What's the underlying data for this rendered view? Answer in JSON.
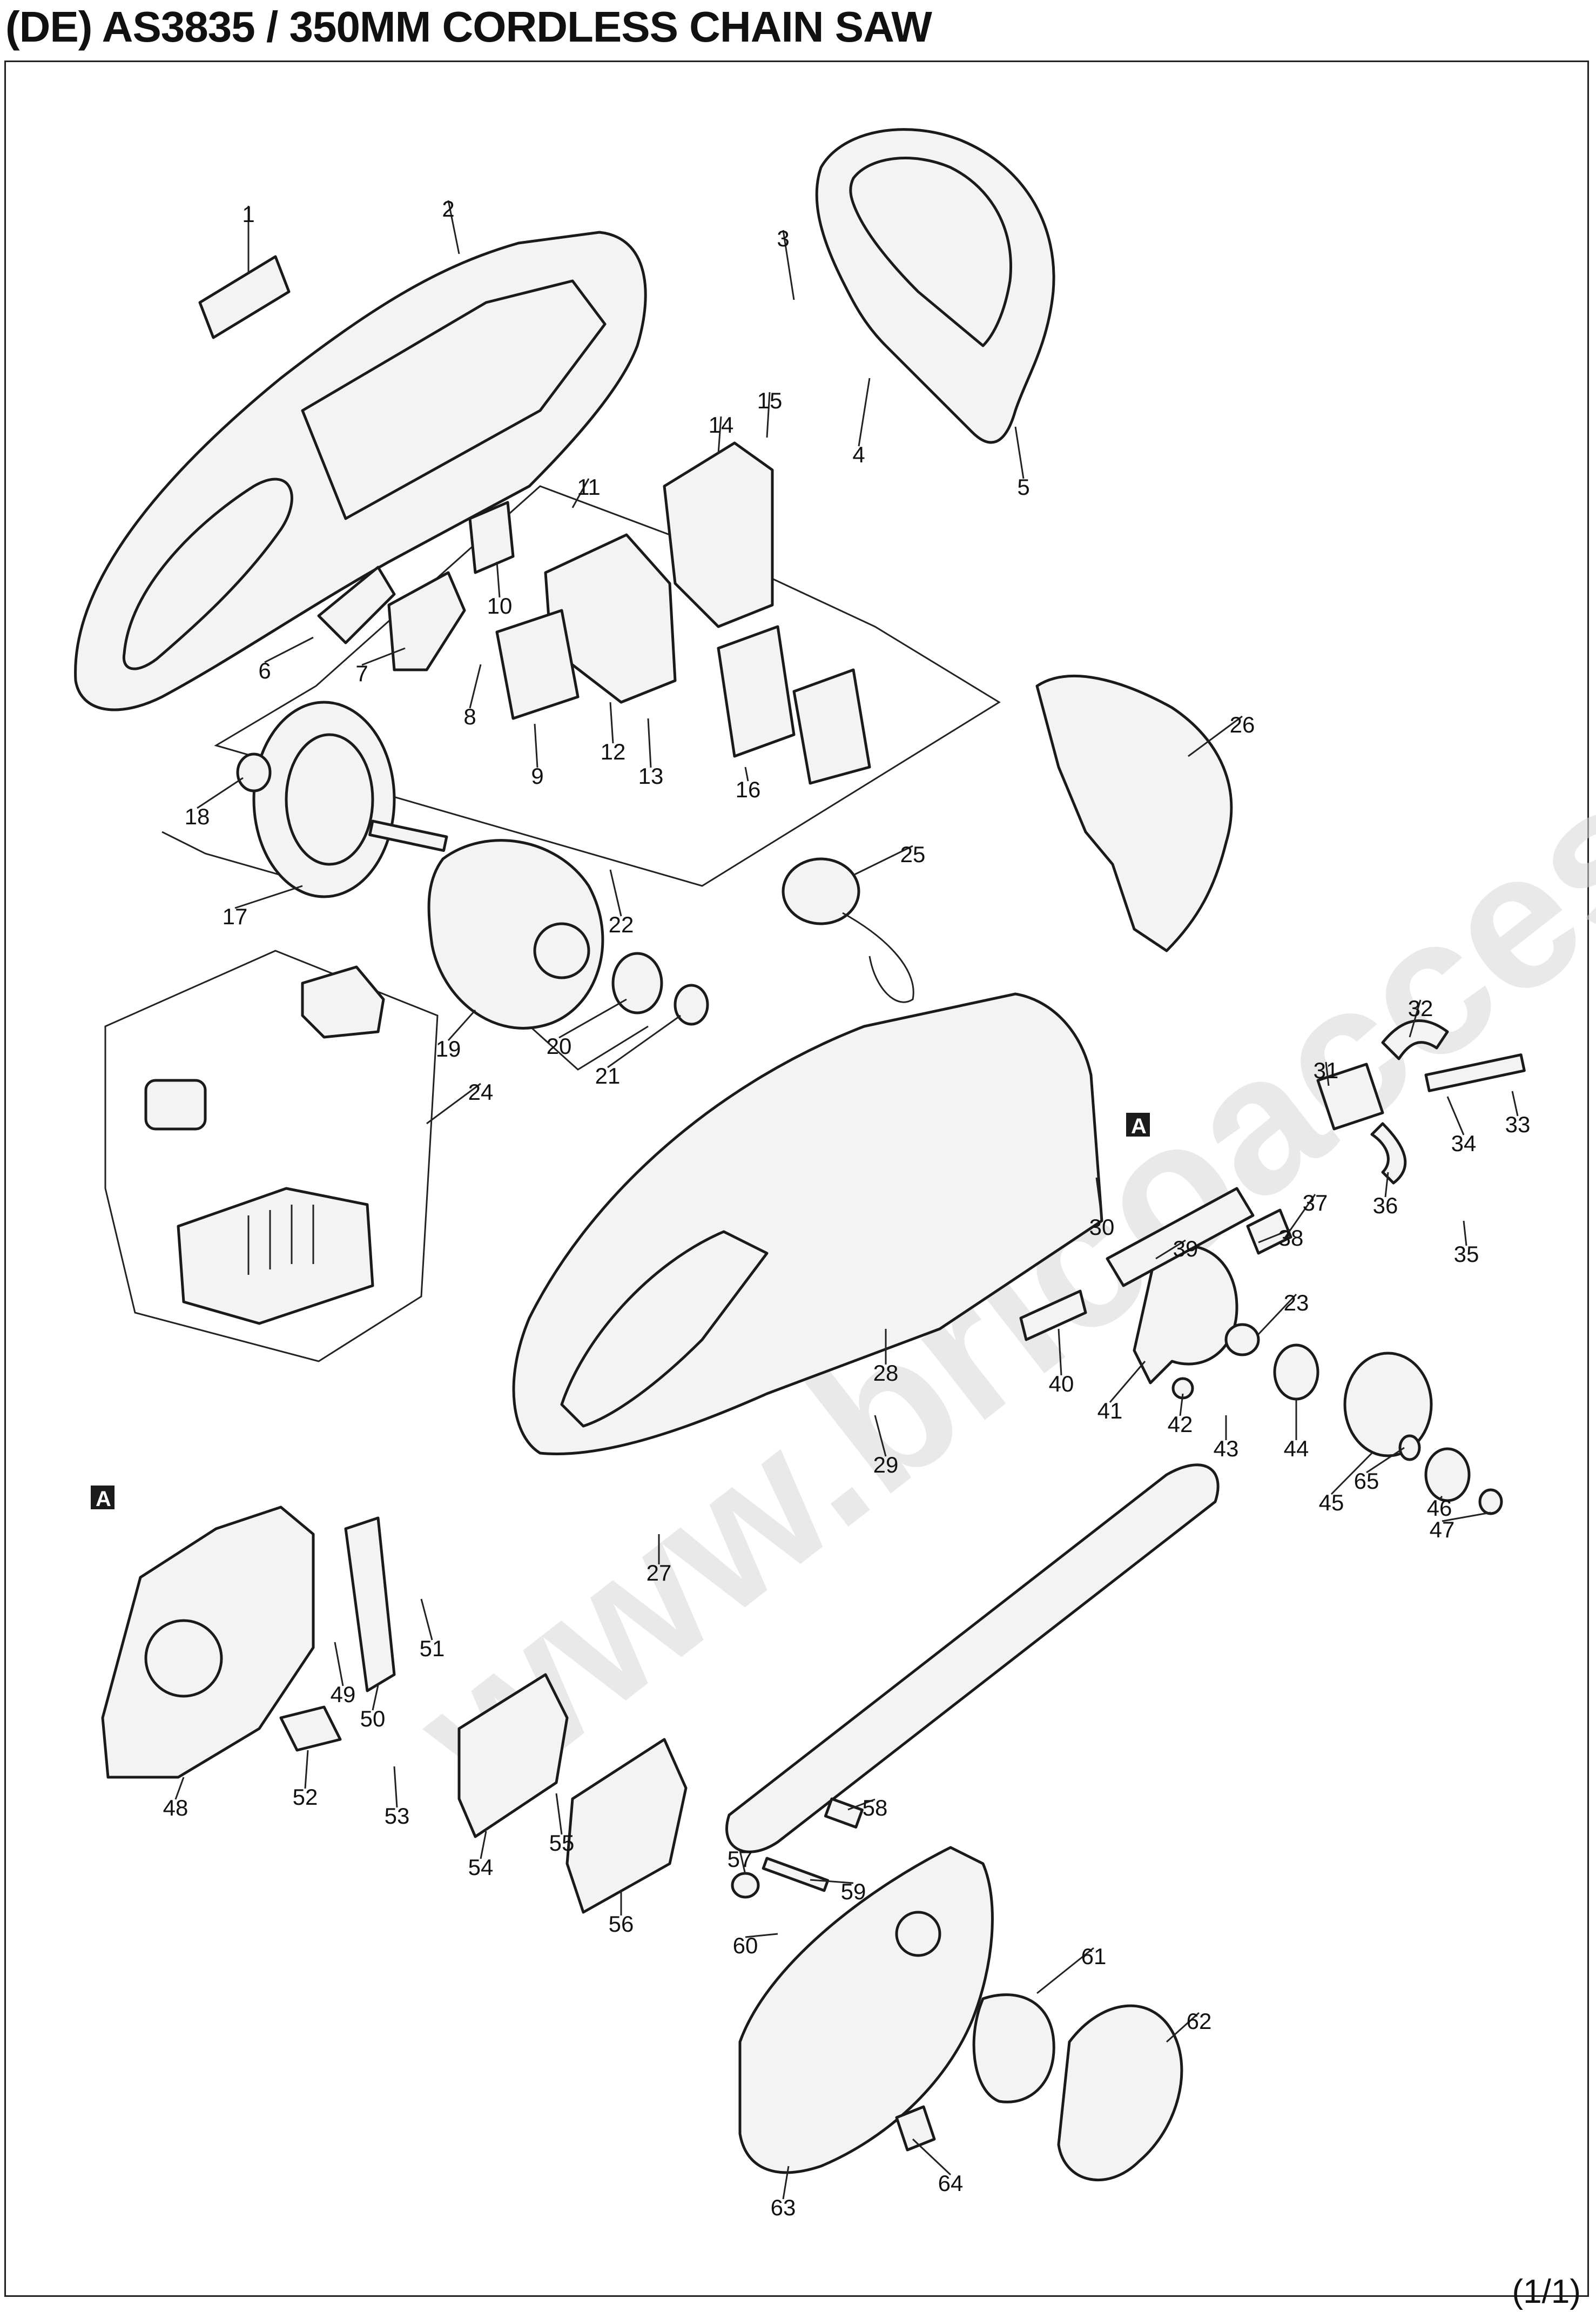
{
  "title": "(DE) AS3835 / 350MM CORDLESS CHAIN SAW",
  "page_number": "(1/1)",
  "watermark": "www.bricoaccess.com",
  "reference_marker": "A",
  "callouts": [
    "1",
    "2",
    "3",
    "4",
    "5",
    "6",
    "7",
    "8",
    "9",
    "10",
    "11",
    "12",
    "13",
    "14",
    "15",
    "16",
    "17",
    "18",
    "19",
    "20",
    "21",
    "22",
    "23",
    "24",
    "25",
    "26",
    "27",
    "28",
    "29",
    "30",
    "31",
    "32",
    "33",
    "34",
    "35",
    "36",
    "37",
    "38",
    "39",
    "40",
    "41",
    "42",
    "43",
    "44",
    "45",
    "46",
    "47",
    "48",
    "49",
    "50",
    "51",
    "52",
    "53",
    "54",
    "55",
    "56",
    "57",
    "58",
    "59",
    "60",
    "61",
    "62",
    "63",
    "64",
    "65"
  ],
  "colors": {
    "line": "#1a1a1a",
    "fill": "#f3f3f3",
    "watermark": "#d8d8d8"
  }
}
